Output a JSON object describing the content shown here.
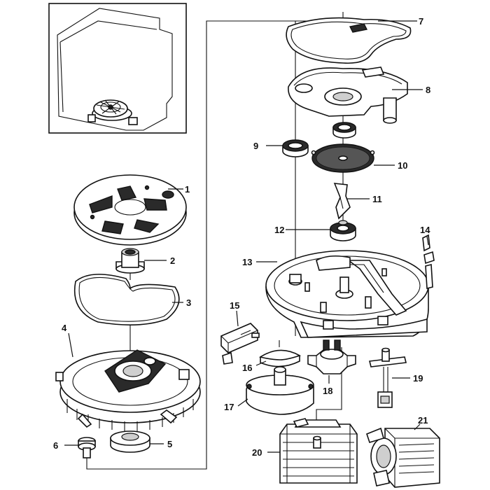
{
  "diagram": {
    "callouts": [
      "1",
      "2",
      "3",
      "4",
      "5",
      "6",
      "7",
      "8",
      "9",
      "10",
      "11",
      "12",
      "13",
      "14",
      "15",
      "16",
      "17",
      "18",
      "19",
      "20",
      "21"
    ]
  },
  "colors": {
    "ink": "#111111",
    "paper": "#ffffff",
    "fill_dark": "#2a2a2a"
  }
}
